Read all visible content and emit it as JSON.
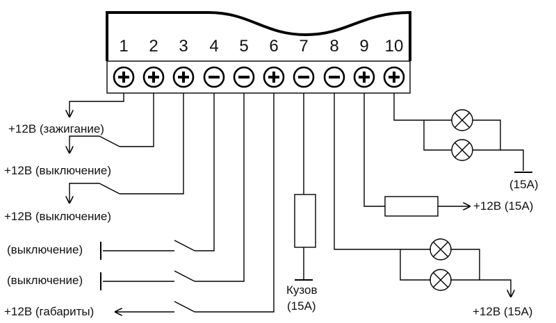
{
  "terminals": [
    {
      "number": "1",
      "sign": "+"
    },
    {
      "number": "2",
      "sign": "+"
    },
    {
      "number": "3",
      "sign": "+"
    },
    {
      "number": "4",
      "sign": "−"
    },
    {
      "number": "5",
      "sign": "−"
    },
    {
      "number": "6",
      "sign": "+"
    },
    {
      "number": "7",
      "sign": "−"
    },
    {
      "number": "8",
      "sign": "−"
    },
    {
      "number": "9",
      "sign": "+"
    },
    {
      "number": "10",
      "sign": "+"
    }
  ],
  "labels": {
    "ignition": "+12В (зажигание)",
    "off1": "+12В (выключение)",
    "off2": "+12В (выключение)",
    "off3": "(выключение)",
    "off4": "(выключение)",
    "parking": "+12В (габариты)",
    "body": "Кузов",
    "body_fuse": "(15А)",
    "lamp_fuse": "(15А)",
    "out9": "+12В (15А)",
    "out8": "+12В (15А)"
  }
}
